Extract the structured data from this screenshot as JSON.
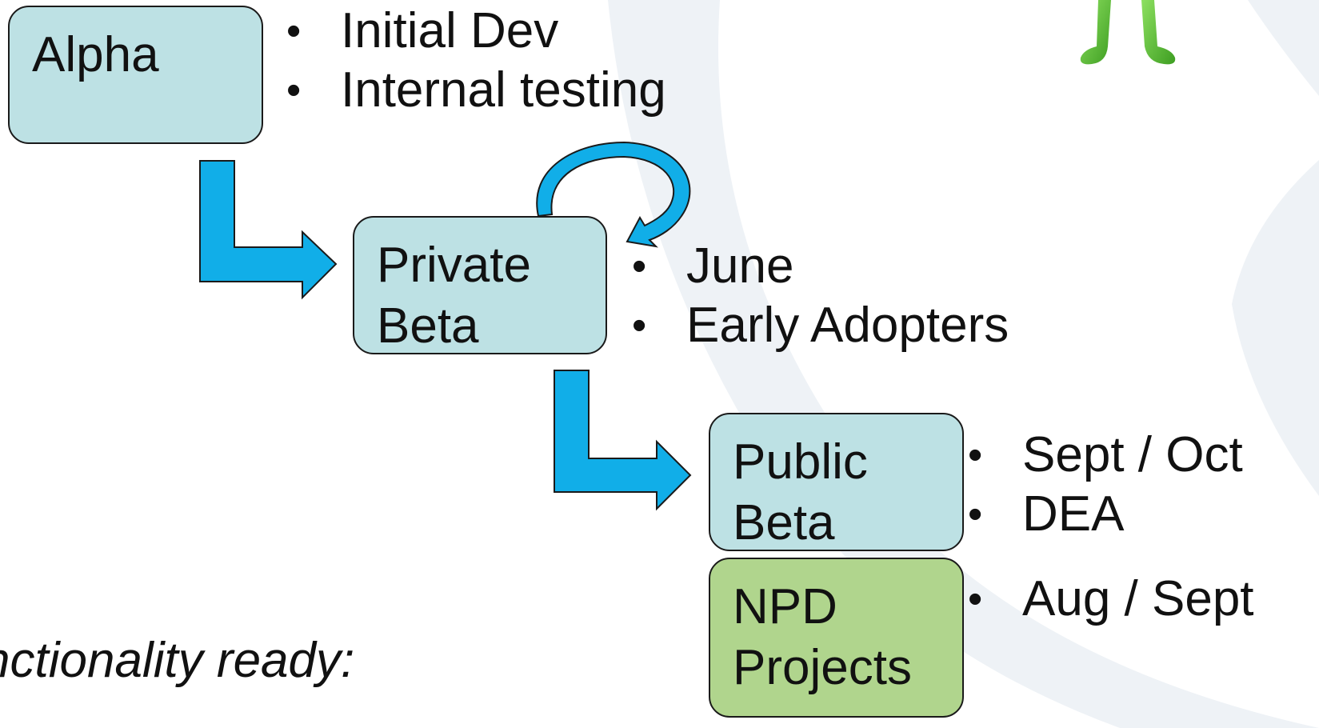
{
  "colors": {
    "stage_box": "#bde1e4",
    "npd_box": "#b0d58d",
    "arrow": "#11aee8",
    "arrow_stroke": "#1a1a1a"
  },
  "stages": {
    "alpha": {
      "lines": [
        "Alpha"
      ],
      "bullets": [
        "Initial Dev",
        "Internal testing"
      ]
    },
    "private_beta": {
      "lines": [
        "Private",
        "Beta"
      ],
      "bullets": [
        "June",
        "Early Adopters"
      ]
    },
    "public_beta": {
      "lines": [
        "Public",
        "Beta"
      ],
      "bullets": [
        "Sept / Oct",
        "DEA"
      ]
    },
    "npd_projects": {
      "lines": [
        "NPD",
        "Projects"
      ],
      "bullets": [
        "Aug / Sept"
      ]
    }
  },
  "bullet_glyph": "•",
  "footer_text": "nctionality ready:",
  "icons": {
    "loop": "loop-arrow-icon",
    "figure": "green-figure-icon"
  }
}
